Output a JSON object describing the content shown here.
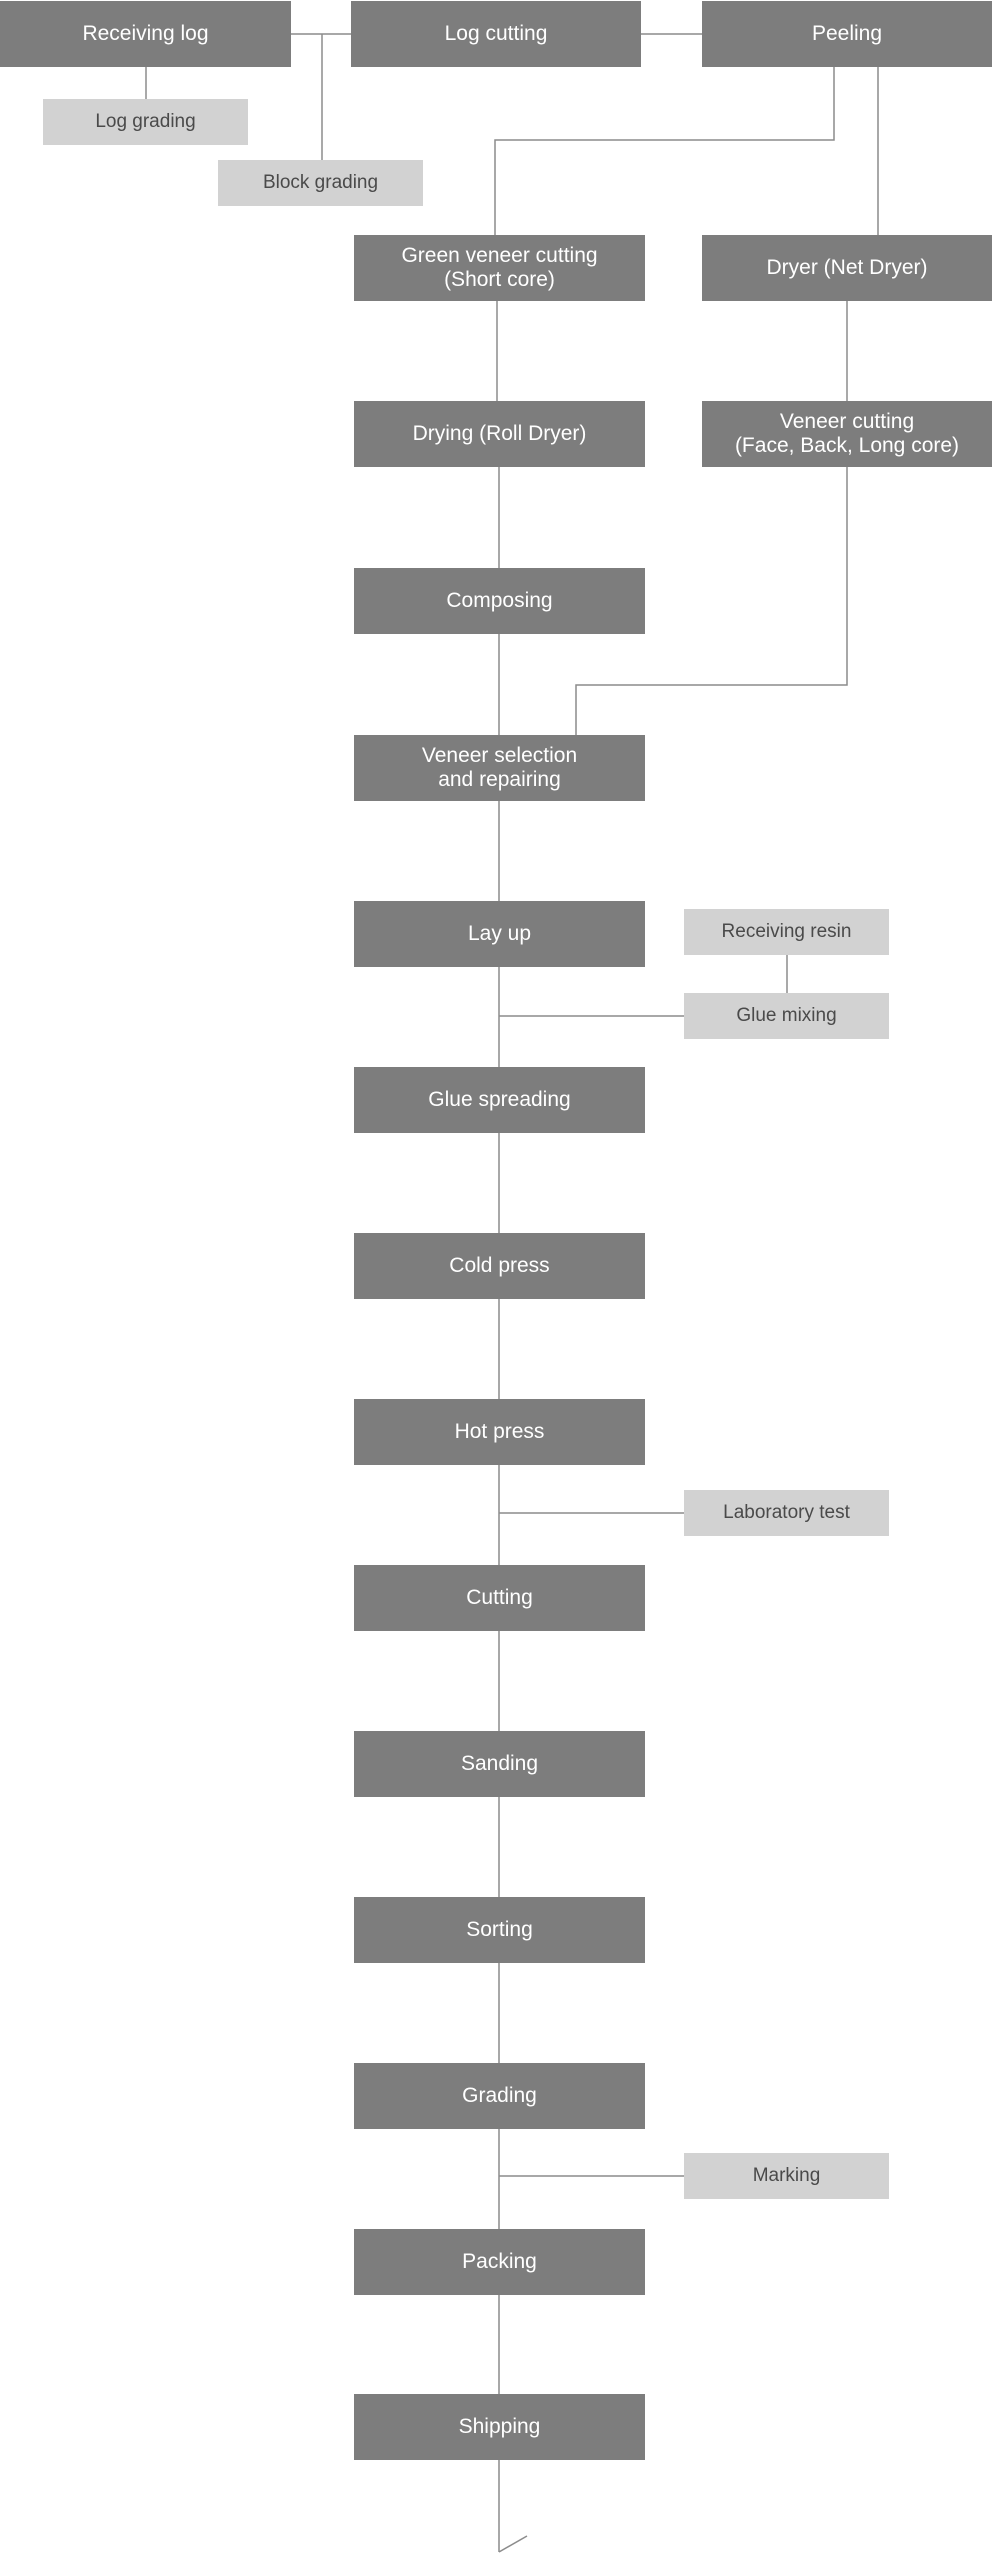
{
  "colors": {
    "main_box": "#7d7d7d",
    "sub_box": "#d2d2d2",
    "connector": "#8c8c8c"
  },
  "nodes": {
    "receiving_log": "Receiving log",
    "log_cutting": "Log cutting",
    "peeling": "Peeling",
    "log_grading": "Log grading",
    "block_grading": "Block grading",
    "green_veneer_cutting": "Green veneer cutting\n(Short core)",
    "dryer_net": "Dryer (Net Dryer)",
    "drying_roll": "Drying (Roll Dryer)",
    "veneer_cutting": "Veneer cutting\n(Face, Back, Long core)",
    "composing": "Composing",
    "veneer_selection": "Veneer selection\nand repairing",
    "lay_up": "Lay up",
    "receiving_resin": "Receiving resin",
    "glue_mixing": "Glue mixing",
    "glue_spreading": "Glue spreading",
    "cold_press": "Cold press",
    "hot_press": "Hot press",
    "laboratory_test": "Laboratory test",
    "cutting": "Cutting",
    "sanding": "Sanding",
    "sorting": "Sorting",
    "grading": "Grading",
    "marking": "Marking",
    "packing": "Packing",
    "shipping": "Shipping"
  }
}
